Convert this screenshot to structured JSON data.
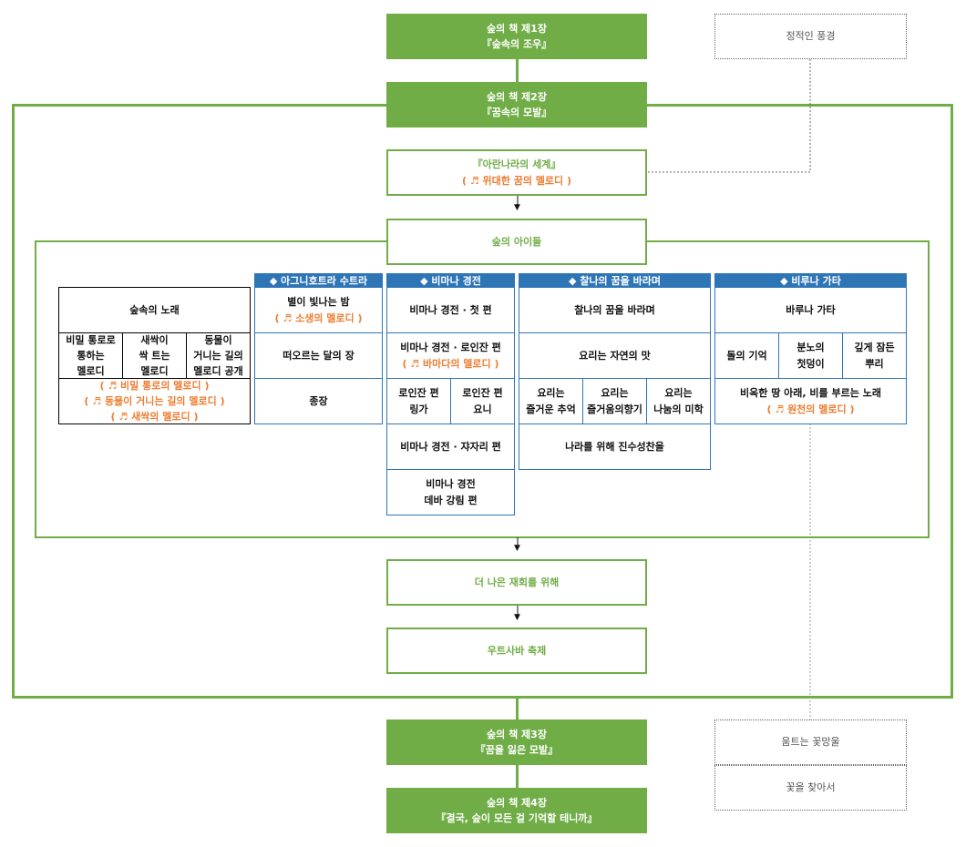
{
  "chapters": {
    "ch1": {
      "line1": "숲의 책 제1장",
      "line2": "『숲속의 조우』"
    },
    "ch2": {
      "line1": "숲의 책 제2장",
      "line2": "『꿈속의 모발』"
    },
    "ch3": {
      "line1": "숲의 책 제3장",
      "line2": "『꿈을 잃은 모발』"
    },
    "ch4": {
      "line1": "숲의 책 제4장",
      "line2": "『결국, 숲이 모든 걸 기억할 테니까』"
    }
  },
  "side": {
    "quiet": "정적인 풍경",
    "bloom": "움트는 꽃망울",
    "seek": "꽃을 찾아서"
  },
  "flow": {
    "arana": {
      "title": "『아란나라의 세계』",
      "melody": "( ♬ 위대한 꿈의 멜로디 )"
    },
    "children": "숲의 아이들",
    "better": "더 나은 재회를 위해",
    "festival": "우트사바 축제"
  },
  "forest_song": {
    "title": "숲속의 노래",
    "sub": [
      {
        "l1": "비밀 통로로",
        "l2": "통하는",
        "l3": "멜로디"
      },
      {
        "l1": "새싹이",
        "l2": "싹 트는",
        "l3": "멜로디"
      },
      {
        "l1": "동물이",
        "l2": "거니는 길의",
        "l3": "멜로디 공개"
      }
    ],
    "melodies": [
      "( ♬ 비밀 통로의 멜로디 )",
      "( ♬ 동물이 거니는 길의 멜로디 )",
      "( ♬ 새싹의 멜로디 )"
    ]
  },
  "agni": {
    "header": "◆ 아그니호트라 수트라",
    "star": "별이 빛나는 밤",
    "star_melody": "( ♬ 소생의 멜로디 )",
    "moon": "떠오르는 달의 장",
    "final": "종장"
  },
  "vimana": {
    "header": "◆ 비마나 경전",
    "first": "비마나 경전 · 첫 편",
    "loin": "비마나 경전 · 로인잔 편",
    "loin_melody": "( ♬ 바마다의 멜로디 )",
    "rinka_l1": "로인잔 편",
    "rinka_l2": "링가",
    "yoni_l1": "로인잔 편",
    "yoni_l2": "요니",
    "jya": "비마나 경전 · 쟈자리 편",
    "deva_l1": "비마나 경전",
    "deva_l2": "데바 강림 편"
  },
  "moment": {
    "header": "◆ 찰나의 꿈을 바라며",
    "title": "찰나의 꿈을 바라며",
    "nature": "요리는 자연의 맛",
    "subs": [
      {
        "l1": "요리는",
        "l2": "즐거운 추억"
      },
      {
        "l1": "요리는",
        "l2": "즐거움의향기"
      },
      {
        "l1": "요리는",
        "l2": "나눔의 미학"
      }
    ],
    "feast": "나라를 위해 진수성찬을"
  },
  "varuna": {
    "header": "◆ 비루나 가타",
    "title": "바루나 가타",
    "subs": [
      {
        "l1": "돌의 기억",
        "l2": ""
      },
      {
        "l1": "분노의",
        "l2": "첫덩이"
      },
      {
        "l1": "깊게 잠든",
        "l2": "뿌리"
      }
    ],
    "rain": "비옥한 땅 아래, 비를 부르는 노래",
    "rain_melody": "( ♬ 원천의 멜로디 )"
  },
  "colors": {
    "green": "#70ad47",
    "blue": "#2e75b6",
    "orange": "#ed7d31"
  }
}
